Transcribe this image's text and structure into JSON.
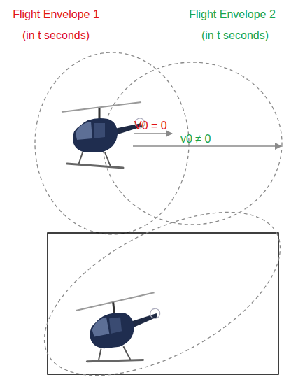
{
  "diagram": {
    "labels": [
      "Flight Envelope 1",
      "(in t seconds)",
      "Flight Envelope 2",
      "(in t seconds)",
      "V0 = 0",
      "v0 ≠ 0"
    ]
  }
}
